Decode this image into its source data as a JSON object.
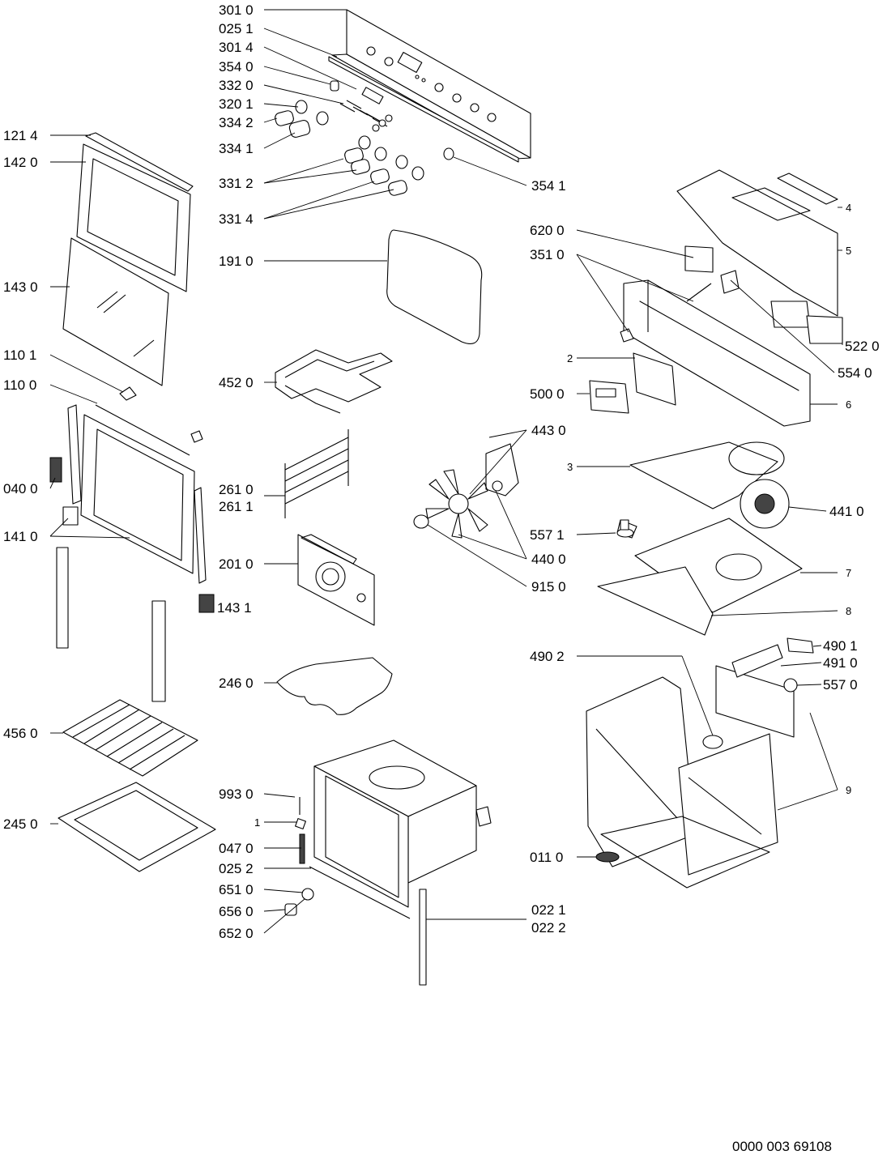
{
  "diagram": {
    "labels": [
      {
        "id": "l3010",
        "text": "301 0"
      },
      {
        "id": "l0251",
        "text": "025 1"
      },
      {
        "id": "l3014",
        "text": "301 4"
      },
      {
        "id": "l3540",
        "text": "354 0"
      },
      {
        "id": "l3320",
        "text": "332 0"
      },
      {
        "id": "l3201",
        "text": "320 1"
      },
      {
        "id": "l3342",
        "text": "334 2"
      },
      {
        "id": "l3341",
        "text": "334 1"
      },
      {
        "id": "l3312",
        "text": "331 2"
      },
      {
        "id": "l3314",
        "text": "331 4"
      },
      {
        "id": "l3541",
        "text": "354 1"
      },
      {
        "id": "l1214",
        "text": "121 4"
      },
      {
        "id": "l1420",
        "text": "142 0"
      },
      {
        "id": "l1430",
        "text": "143 0"
      },
      {
        "id": "l1101",
        "text": "110 1"
      },
      {
        "id": "l1100",
        "text": "110 0"
      },
      {
        "id": "l0400",
        "text": "040 0"
      },
      {
        "id": "l1410",
        "text": "141 0"
      },
      {
        "id": "l1910",
        "text": "191 0"
      },
      {
        "id": "l4520",
        "text": "452 0"
      },
      {
        "id": "l2610",
        "text": "261 0"
      },
      {
        "id": "l2611",
        "text": "261 1"
      },
      {
        "id": "l2010",
        "text": "201 0"
      },
      {
        "id": "l1431",
        "text": "143 1"
      },
      {
        "id": "l4560",
        "text": "456 0"
      },
      {
        "id": "l2450",
        "text": "245 0"
      },
      {
        "id": "l2460",
        "text": "246 0"
      },
      {
        "id": "l9930",
        "text": "993 0"
      },
      {
        "id": "l1",
        "text": "1"
      },
      {
        "id": "l0470",
        "text": "047 0"
      },
      {
        "id": "l0252",
        "text": "025 2"
      },
      {
        "id": "l6510",
        "text": "651 0"
      },
      {
        "id": "l6560",
        "text": "656 0"
      },
      {
        "id": "l6520",
        "text": "652 0"
      },
      {
        "id": "l0221",
        "text": "022 1"
      },
      {
        "id": "l0222",
        "text": "022 2"
      },
      {
        "id": "l4",
        "text": "4"
      },
      {
        "id": "l5",
        "text": "5"
      },
      {
        "id": "l6200",
        "text": "620 0"
      },
      {
        "id": "l3510",
        "text": "351 0"
      },
      {
        "id": "l5220",
        "text": "522 0"
      },
      {
        "id": "l5540",
        "text": "554 0"
      },
      {
        "id": "l2",
        "text": "2"
      },
      {
        "id": "l5000",
        "text": "500 0"
      },
      {
        "id": "l6",
        "text": "6"
      },
      {
        "id": "l4430",
        "text": "443 0"
      },
      {
        "id": "l3",
        "text": "3"
      },
      {
        "id": "l4410",
        "text": "441 0"
      },
      {
        "id": "l5571",
        "text": "557 1"
      },
      {
        "id": "l4400",
        "text": "440 0"
      },
      {
        "id": "l9150",
        "text": "915 0"
      },
      {
        "id": "l7",
        "text": "7"
      },
      {
        "id": "l8",
        "text": "8"
      },
      {
        "id": "l4901",
        "text": "490 1"
      },
      {
        "id": "l4902",
        "text": "490 2"
      },
      {
        "id": "l4910",
        "text": "491 0"
      },
      {
        "id": "l5570",
        "text": "557 0"
      },
      {
        "id": "l9",
        "text": "9"
      },
      {
        "id": "l0110",
        "text": "011 0"
      }
    ],
    "document_number": "0000 003 69108"
  }
}
